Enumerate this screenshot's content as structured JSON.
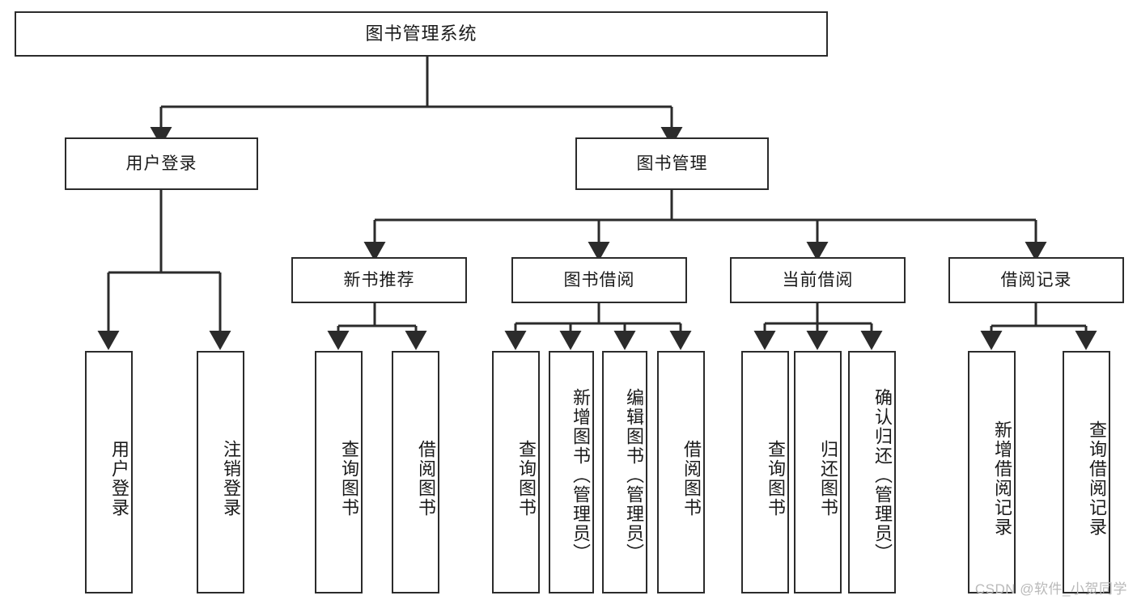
{
  "diagram": {
    "title": "图书管理系统",
    "type": "tree-hierarchy-diagram",
    "style": {
      "box_fill": "#ffffff",
      "box_stroke": "#2b2b2b",
      "connector": "#2b2b2b",
      "background": "#ffffff"
    }
  },
  "root": {
    "label": "图书管理系统"
  },
  "level2": [
    {
      "label": "用户登录"
    },
    {
      "label": "图书管理"
    }
  ],
  "level3": [
    {
      "label": "新书推荐"
    },
    {
      "label": "图书借阅"
    },
    {
      "label": "当前借阅"
    },
    {
      "label": "借阅记录"
    }
  ],
  "leaves": [
    {
      "label": "用户登录",
      "parent": "用户登录"
    },
    {
      "label": "注销登录",
      "parent": "用户登录"
    },
    {
      "label": "查询图书",
      "parent": "新书推荐"
    },
    {
      "label": "借阅图书",
      "parent": "新书推荐"
    },
    {
      "label": "查询图书",
      "parent": "图书借阅"
    },
    {
      "label": "新增图书（管理员）",
      "parent": "图书借阅"
    },
    {
      "label": "编辑图书（管理员）",
      "parent": "图书借阅"
    },
    {
      "label": "借阅图书",
      "parent": "图书借阅"
    },
    {
      "label": "查询图书",
      "parent": "当前借阅"
    },
    {
      "label": "归还图书",
      "parent": "当前借阅"
    },
    {
      "label": "确认归还（管理员）",
      "parent": "当前借阅"
    },
    {
      "label": "新增借阅记录",
      "parent": "借阅记录"
    },
    {
      "label": "查询借阅记录",
      "parent": "借阅记录"
    }
  ],
  "watermark": {
    "text": "CSDN @软件_小贺同学"
  }
}
